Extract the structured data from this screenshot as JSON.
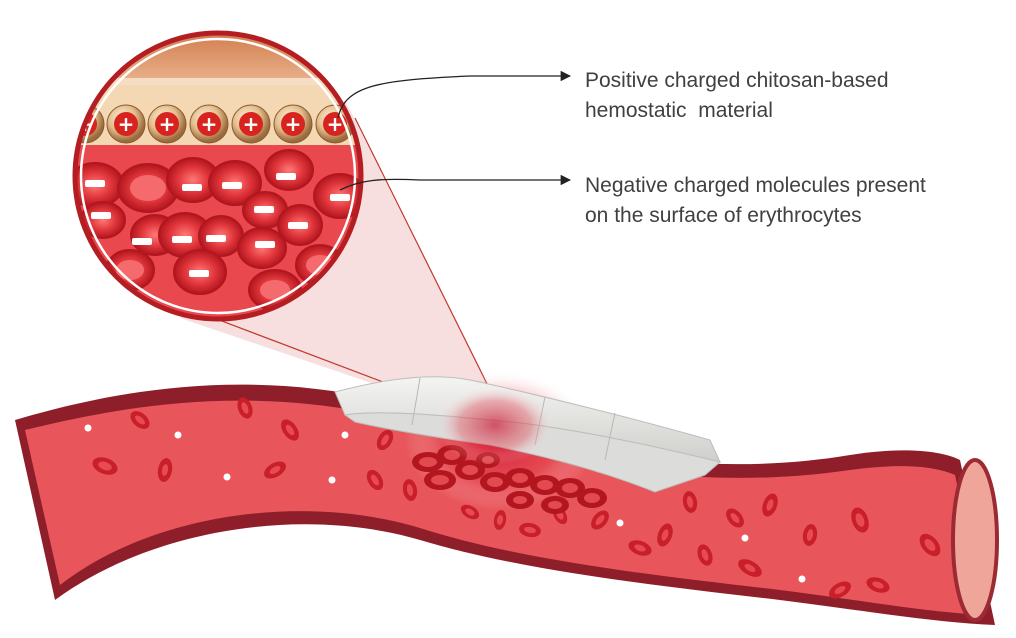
{
  "labels": {
    "positive": {
      "line1": "Positive charged chitosan-based",
      "line2": "hemostatic  material"
    },
    "negative": {
      "line1": "Negative charged molecules present",
      "line2": "on the surface of erythrocytes"
    }
  },
  "symbols": {
    "plus": "+",
    "minus": "−"
  },
  "colors": {
    "vessel_wall": "#8e1f2a",
    "vessel_lumen": "#e8565b",
    "erythrocyte": "#d22b33",
    "erythrocyte_light": "#f05a5e",
    "chitosan_bead": "#e0b98a",
    "dressing": "#e8e8e6",
    "magnifier_ring": "#b41e22",
    "label_text": "#404040"
  }
}
